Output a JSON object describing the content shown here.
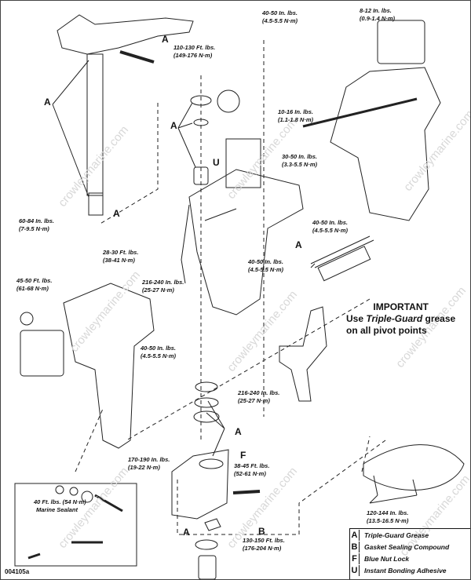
{
  "figure_id": "004105a",
  "important": {
    "heading": "IMPORTANT",
    "line1_pre": "Use ",
    "line1_em": "Triple-Guard",
    "line1_post": " grease",
    "line2": "on all pivot points"
  },
  "watermark": "crowleymarine.com",
  "callouts": [
    {
      "id": "c1",
      "l1": "8-12 In. lbs.",
      "l2": "(0.9-1.4 N·m)"
    },
    {
      "id": "c2",
      "l1": "40-50 In. lbs.",
      "l2": "(4.5-5.5 N·m)"
    },
    {
      "id": "c3",
      "l1": "110-130 Ft. lbs.",
      "l2": "(149-176 N·m)"
    },
    {
      "id": "c4",
      "l1": "10-16 In. lbs.",
      "l2": "(1.1-1.8 N·m)"
    },
    {
      "id": "c5",
      "l1": "30-50 In. lbs.",
      "l2": "(3.3-5.5 N·m)"
    },
    {
      "id": "c6",
      "l1": "60-84 In. lbs.",
      "l2": "(7-9.5 N·m)"
    },
    {
      "id": "c7",
      "l1": "40-50 In. lbs.",
      "l2": "(4.5-5.5 N·m)"
    },
    {
      "id": "c8",
      "l1": "28-30 Ft. lbs.",
      "l2": "(38-41 N·m)"
    },
    {
      "id": "c9",
      "l1": "40-50 In. lbs.",
      "l2": "(4.5-5.5 N·m)"
    },
    {
      "id": "c10",
      "l1": "45-50 Ft. lbs.",
      "l2": "(61-68 N·m)"
    },
    {
      "id": "c11",
      "l1": "216-240 In. lbs.",
      "l2": "(25-27 N·m)"
    },
    {
      "id": "c12",
      "l1": "40-50 In. lbs.",
      "l2": "(4.5-5.5 N·m)"
    },
    {
      "id": "c13",
      "l1": "216-240 In. lbs.",
      "l2": "(25-27 N·m)"
    },
    {
      "id": "c14",
      "l1": "170-190 In. lbs.",
      "l2": "(19-22 N·m)"
    },
    {
      "id": "c15",
      "l1": "38-45 Ft. lbs.",
      "l2": "(52-61 N·m)"
    },
    {
      "id": "c16",
      "l1": "40 Ft. lbs. (54 N·m)",
      "l2": "Marine Sealant"
    },
    {
      "id": "c17",
      "l1": "120-144 In. lbs.",
      "l2": "(13.5-16.5 N·m)"
    },
    {
      "id": "c18",
      "l1": "130-150 Ft. lbs.",
      "l2": "(176-204 N·m)"
    }
  ],
  "keys": {
    "A": "A",
    "B": "B",
    "F": "F",
    "U": "U"
  },
  "legend": [
    {
      "key": "A",
      "desc": "Triple-Guard Grease"
    },
    {
      "key": "B",
      "desc": "Gasket Sealing Compound"
    },
    {
      "key": "F",
      "desc": "Blue Nut Lock"
    },
    {
      "key": "U",
      "desc": "Instant Bonding Adhesive"
    }
  ]
}
